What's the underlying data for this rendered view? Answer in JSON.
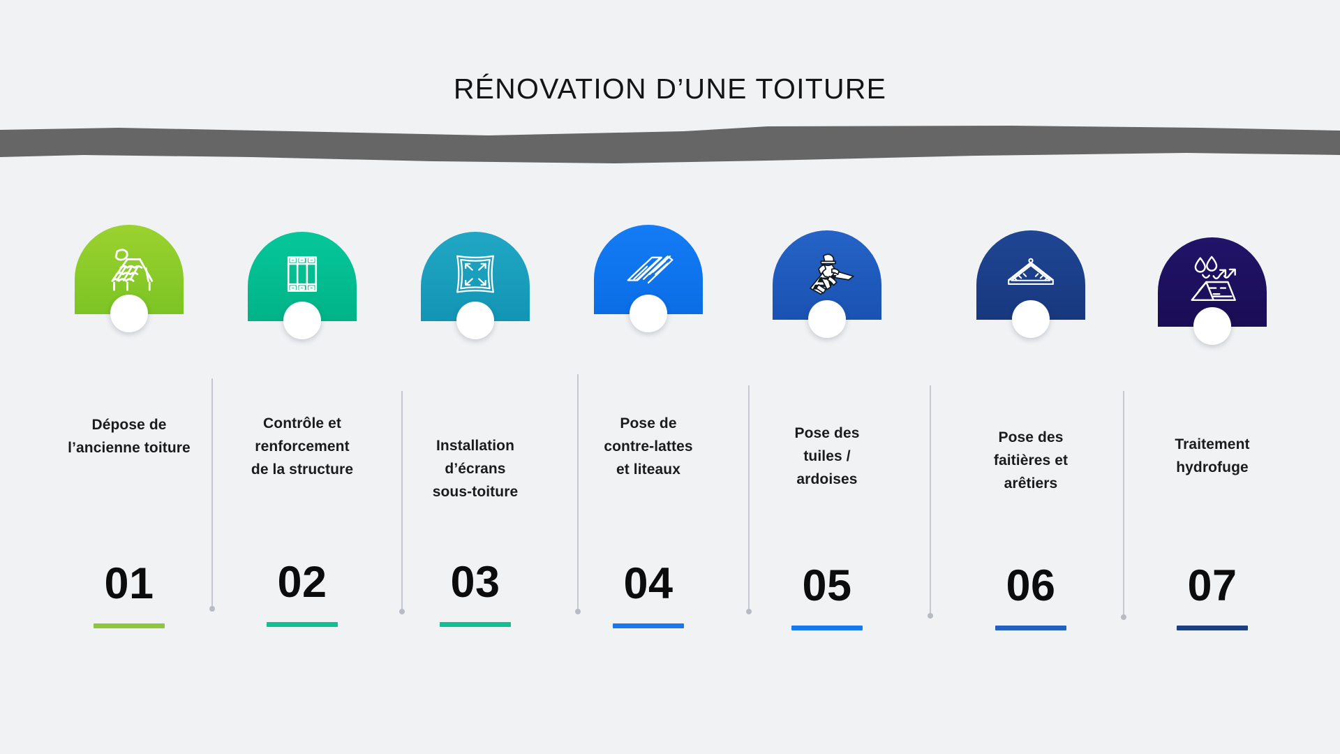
{
  "page": {
    "title": "RÉNOVATION D’UNE TOITURE",
    "background_color": "#f0f2f4",
    "ribbon_color": "#666666"
  },
  "steps": [
    {
      "number": "01",
      "label_lines": [
        "Dépose de",
        "l’ancienne toiture"
      ],
      "icon": "roof-tile-removal-icon",
      "color_top": "#9bd22f",
      "color_bottom": "#7cc424",
      "rule_color": "#8ec73e"
    },
    {
      "number": "02",
      "label_lines": [
        "Contrôle et",
        "renforcement",
        "de la structure"
      ],
      "icon": "structural-beams-icon",
      "color_top": "#06c79a",
      "color_bottom": "#00b387",
      "rule_color": "#12bf93"
    },
    {
      "number": "03",
      "label_lines": [
        "Installation",
        "d’écrans",
        "sous-toiture"
      ],
      "icon": "underlay-membrane-icon",
      "color_top": "#21a7c4",
      "color_bottom": "#1295b4",
      "rule_color": "#12bf93"
    },
    {
      "number": "04",
      "label_lines": [
        "Pose de",
        "contre-lattes",
        "et liteaux"
      ],
      "icon": "wooden-battens-icon",
      "color_top": "#147cf5",
      "color_bottom": "#0a6de6",
      "rule_color": "#1878ef"
    },
    {
      "number": "05",
      "label_lines": [
        "Pose des",
        "tuiles /",
        "ardoises"
      ],
      "icon": "roofer-laying-tiles-icon",
      "color_top": "#2463c6",
      "color_bottom": "#1a52b2",
      "rule_color": "#1878ef"
    },
    {
      "number": "06",
      "label_lines": [
        "Pose des",
        "faitières et",
        "arêtiers"
      ],
      "icon": "roof-ridge-icon",
      "color_top": "#1f4694",
      "color_bottom": "#17387e",
      "rule_color": "#2360c0"
    },
    {
      "number": "07",
      "label_lines": [
        "Traitement",
        "hydrofuge"
      ],
      "icon": "water-repellent-roof-icon",
      "color_top": "#211368",
      "color_bottom": "#1a0d55",
      "rule_color": "#1d3f7f"
    }
  ]
}
